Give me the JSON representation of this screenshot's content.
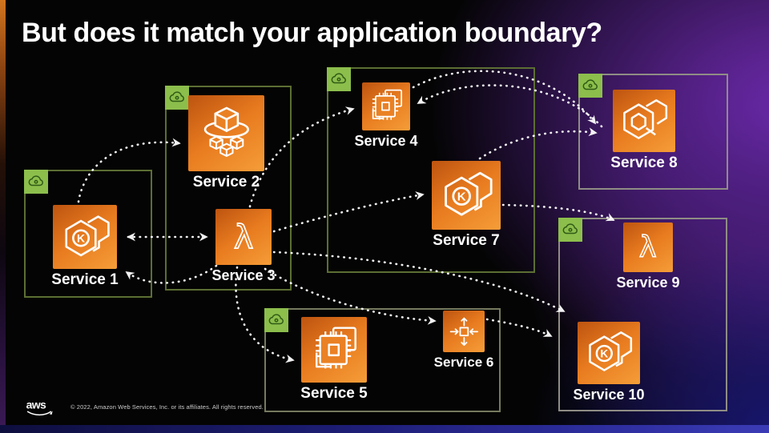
{
  "slide": {
    "title": "But does it match your application boundary?",
    "footer": {
      "logo_text": "aws",
      "copyright": "© 2022, Amazon Web Services, Inc. or its affiliates. All rights reserved."
    }
  },
  "diagram": {
    "glyphs": {
      "eks_letter": "K",
      "lambda": "λ"
    },
    "groups": [
      {
        "name": "group-service-1",
        "badge_icon": "cloud-icon",
        "members": [
          "Service 1"
        ]
      },
      {
        "name": "group-services-2-3",
        "badge_icon": "cloud-icon",
        "members": [
          "Service 2",
          "Service 3"
        ]
      },
      {
        "name": "group-services-4-7",
        "badge_icon": "cloud-icon",
        "members": [
          "Service 4",
          "Service 7"
        ]
      },
      {
        "name": "group-service-8",
        "badge_icon": "cloud-icon",
        "members": [
          "Service 8"
        ]
      },
      {
        "name": "group-services-9-10",
        "badge_icon": "cloud-icon",
        "members": [
          "Service 9",
          "Service 10"
        ]
      },
      {
        "name": "group-services-5-6",
        "badge_icon": "cloud-icon",
        "members": [
          "Service 5",
          "Service 6"
        ]
      }
    ],
    "services": [
      {
        "id": "s1",
        "label": "Service 1",
        "icon": "eks-icon"
      },
      {
        "id": "s2",
        "label": "Service 2",
        "icon": "ecs-icon"
      },
      {
        "id": "s3",
        "label": "Service 3",
        "icon": "lambda-icon"
      },
      {
        "id": "s4",
        "label": "Service 4",
        "icon": "chip-icon"
      },
      {
        "id": "s5",
        "label": "Service 5",
        "icon": "chip-icon"
      },
      {
        "id": "s6",
        "label": "Service 6",
        "icon": "scaling-icon"
      },
      {
        "id": "s7",
        "label": "Service 7",
        "icon": "eks-icon"
      },
      {
        "id": "s8",
        "label": "Service 8",
        "icon": "ecr-icon"
      },
      {
        "id": "s9",
        "label": "Service 9",
        "icon": "lambda-icon"
      },
      {
        "id": "s10",
        "label": "Service 10",
        "icon": "eks-icon"
      }
    ],
    "connections": [
      {
        "from": "s1",
        "to": "s2"
      },
      {
        "from": "s1",
        "to": "s3",
        "bidirectional": true
      },
      {
        "from": "s3",
        "to": "s1"
      },
      {
        "from": "s3",
        "to": "s4"
      },
      {
        "from": "s3",
        "to": "s7"
      },
      {
        "from": "s3",
        "to": "s5"
      },
      {
        "from": "s3",
        "to": "s6"
      },
      {
        "from": "s3",
        "to": "s10"
      },
      {
        "from": "s4",
        "to": "s8"
      },
      {
        "from": "s8",
        "to": "s4"
      },
      {
        "from": "s7",
        "to": "s8"
      },
      {
        "from": "s7",
        "to": "s9"
      },
      {
        "from": "s6",
        "to": "s10"
      }
    ],
    "colors": {
      "icon_orange": "#E87B1F",
      "badge_green": "#8CBE4C",
      "boundary_green": "#5C6E33",
      "accent_purple": "#5C2D91"
    }
  }
}
